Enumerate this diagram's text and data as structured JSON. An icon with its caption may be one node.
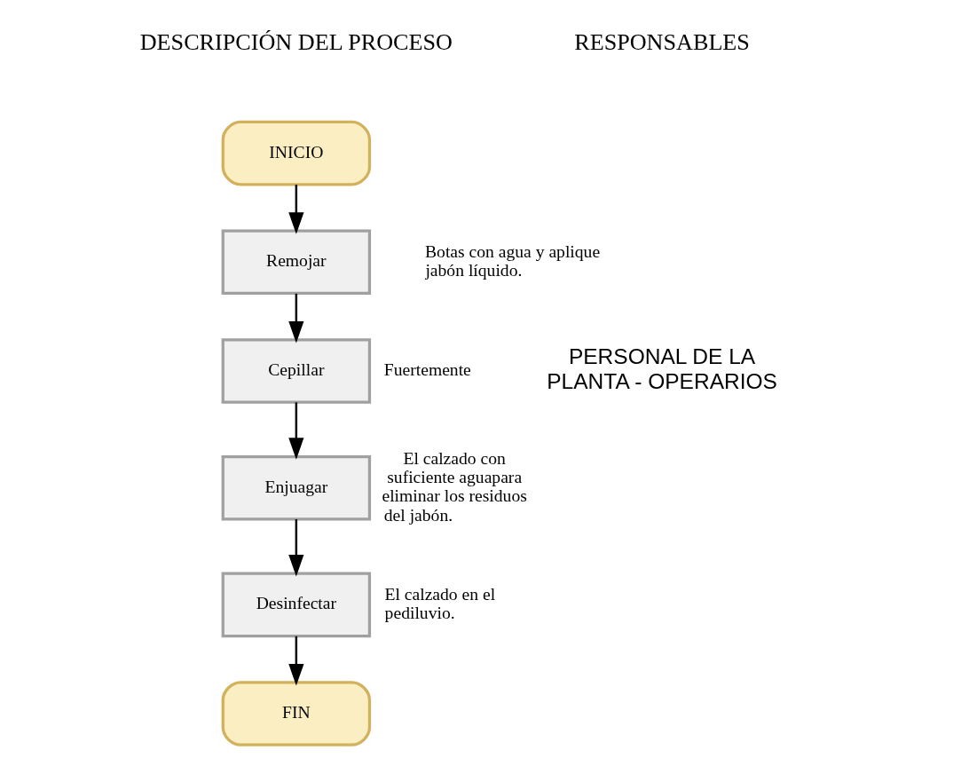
{
  "diagram": {
    "nodes": [
      {
        "text": [
          "INICIO"
        ]
      },
      {
        "text": [
          "Remojar"
        ],
        "beside": [
          "Botas con agua y aplique jabón líquido."
        ]
      },
      {
        "text": [
          "Cepillar"
        ],
        "beside": [
          "Fuertemente"
        ]
      },
      {
        "text": [
          "Enjuagar"
        ],
        "beside": [
          "El calzado con suficiente aguapara eliminar los residuos del jabón."
        ]
      },
      {
        "text": [
          "Desinfectar"
        ],
        "beside": [
          "El calzado en el pediluvio."
        ]
      },
      {
        "text": [
          "FIN"
        ]
      }
    ],
    "edges": [
      {
        "from": 0,
        "to": 1,
        "arrow": "to"
      },
      {
        "from": 1,
        "to": 2,
        "arrow": "to"
      },
      {
        "from": 2,
        "to": 3,
        "arrow": "to"
      },
      {
        "from": 3,
        "to": 4,
        "arrow": "to"
      },
      {
        "from": 4,
        "to": 5,
        "arrow": "to"
      }
    ],
    "labels": [
      "DESCRIPCIÓN DEL PROCESO",
      "RESPONSABLES",
      "PERSONAL DE LA PLANTA - OPERARIOS"
    ]
  }
}
